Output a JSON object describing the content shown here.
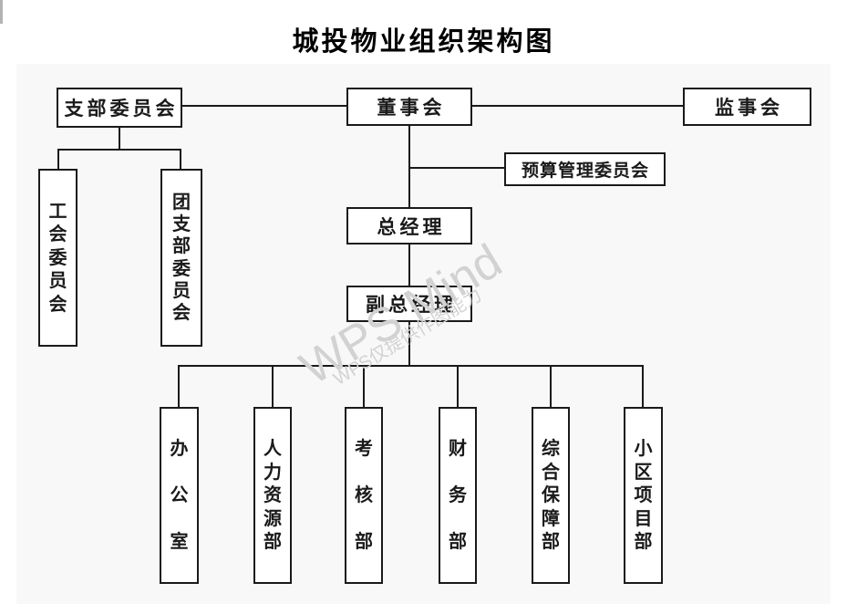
{
  "title": "城投物业组织架构图",
  "watermark": {
    "primary": "WPS Mind",
    "secondary": "WPS仅提供作图能力"
  },
  "colors": {
    "line": "#1a1a1a",
    "canvas_background": "#f8f8f8",
    "node_background": "#ffffff",
    "watermark": "#d2d2d2"
  },
  "org": {
    "branch_committee": "支部委员会",
    "board": "董事会",
    "supervisory_board": "监事会",
    "budget_committee": "预算管理委员会",
    "general_manager": "总经理",
    "deputy_general_manager": "副总经理",
    "union_committee": "工会委员会",
    "youth_league_committee": "团支部委员会",
    "departments": [
      "办公室",
      "人力资源部",
      "考核部",
      "财务部",
      "综合保障部",
      "小区项目部"
    ]
  }
}
